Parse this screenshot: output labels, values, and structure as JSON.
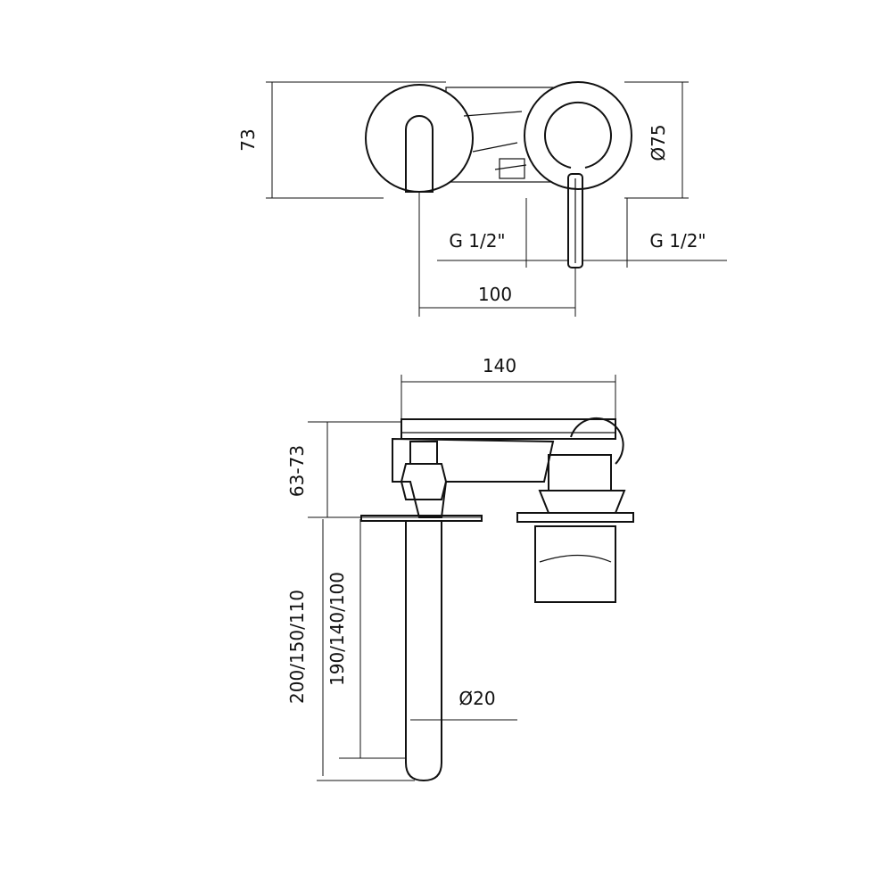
{
  "dims": [
    {
      "label": "73",
      "vertical": true
    },
    {
      "label": "Ø75",
      "vertical": true
    },
    {
      "label": "G 1/2\"",
      "vertical": false
    },
    {
      "label": "G 1/2\"",
      "vertical": false
    },
    {
      "label": "100",
      "vertical": false
    },
    {
      "label": "140",
      "vertical": false
    },
    {
      "label": "63-73",
      "vertical": true
    },
    {
      "label": "200/150/110",
      "vertical": true
    },
    {
      "label": "190/140/100",
      "vertical": true
    },
    {
      "label": "Ø20",
      "vertical": false
    }
  ]
}
